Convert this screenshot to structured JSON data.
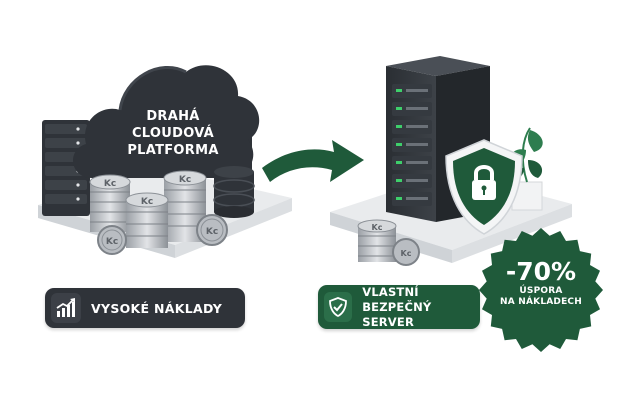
{
  "cloud": {
    "line1": "DRAHÁ",
    "line2": "CLOUDOVÁ",
    "line3": "PLATFORMA"
  },
  "coins": {
    "symbol": "Kc"
  },
  "left_label": {
    "text": "VYSOKÉ NÁKLADY",
    "icon": "rising-chart-icon"
  },
  "right_label": {
    "line1": "VLASTNÍ",
    "line2": "BEZPEČNÝ SERVER",
    "icon": "shield-check-icon"
  },
  "badge": {
    "percent": "-70%",
    "line1": "ÚSPORA",
    "line2": "NA NÁKLADECH"
  },
  "colors": {
    "dark": "#2f3339",
    "green": "#1f5a3a",
    "accent_green": "#2e7d4f",
    "platform": "#e9ebed"
  }
}
